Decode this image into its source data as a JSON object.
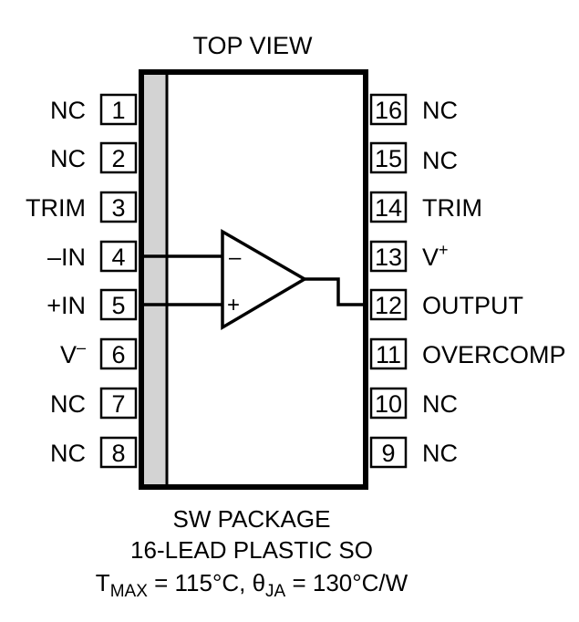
{
  "view_title": "TOP VIEW",
  "pins_left": [
    {
      "num": "1",
      "label": "NC"
    },
    {
      "num": "2",
      "label": "NC"
    },
    {
      "num": "3",
      "label": "TRIM"
    },
    {
      "num": "4",
      "label": "–IN"
    },
    {
      "num": "5",
      "label": "+IN"
    },
    {
      "num": "6",
      "label": "V",
      "sup": "–"
    },
    {
      "num": "7",
      "label": "NC"
    },
    {
      "num": "8",
      "label": "NC"
    }
  ],
  "pins_right": [
    {
      "num": "16",
      "label": "NC"
    },
    {
      "num": "15",
      "label": "NC"
    },
    {
      "num": "14",
      "label": "TRIM"
    },
    {
      "num": "13",
      "label": "V",
      "sup": "+"
    },
    {
      "num": "12",
      "label": "OUTPUT"
    },
    {
      "num": "11",
      "label": "OVERCOMP"
    },
    {
      "num": "10",
      "label": "NC"
    },
    {
      "num": "9",
      "label": "NC"
    }
  ],
  "opamp": {
    "minus_sign": "–",
    "plus_sign": "+"
  },
  "caption": {
    "line1": "SW PACKAGE",
    "line2": "16-LEAD PLASTIC SO",
    "line3": {
      "t_letter": "T",
      "t_sub": "MAX",
      "t_rest": " = 115°C, ",
      "theta": "θ",
      "theta_sub": "JA",
      "theta_rest": " = 130°C/W"
    }
  },
  "colors": {
    "stroke": "#000000",
    "stripe": "#d3d3d3",
    "background": "#ffffff"
  }
}
